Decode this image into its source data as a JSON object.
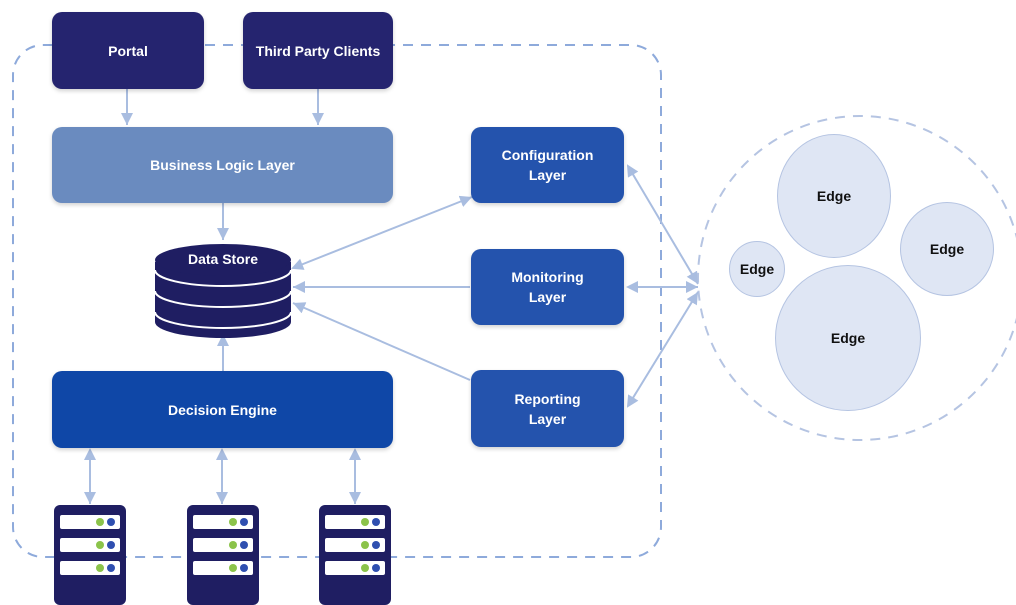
{
  "nodes": {
    "portal": "Portal",
    "third_party_clients": "Third Party Clients",
    "business_logic_layer": "Business Logic Layer",
    "data_store": "Data Store",
    "decision_engine": "Decision Engine",
    "configuration_layer": "Configuration\nLayer",
    "monitoring_layer": "Monitoring\nLayer",
    "reporting_layer": "Reporting\nLayer"
  },
  "edges": [
    "Edge",
    "Edge",
    "Edge",
    "Edge"
  ],
  "servers": [
    {
      "icon": "server-icon"
    },
    {
      "icon": "server-icon"
    },
    {
      "icon": "server-icon"
    }
  ],
  "colors": {
    "dark_navy": "#25246f",
    "layer_blue": "#2453ad",
    "business_logic": "#6a8bbf",
    "decision_engine": "#0f47a7",
    "edge_fill": "#dfe6f4",
    "connector": "#a9bde0",
    "dashed_border": "#8eaadb"
  }
}
